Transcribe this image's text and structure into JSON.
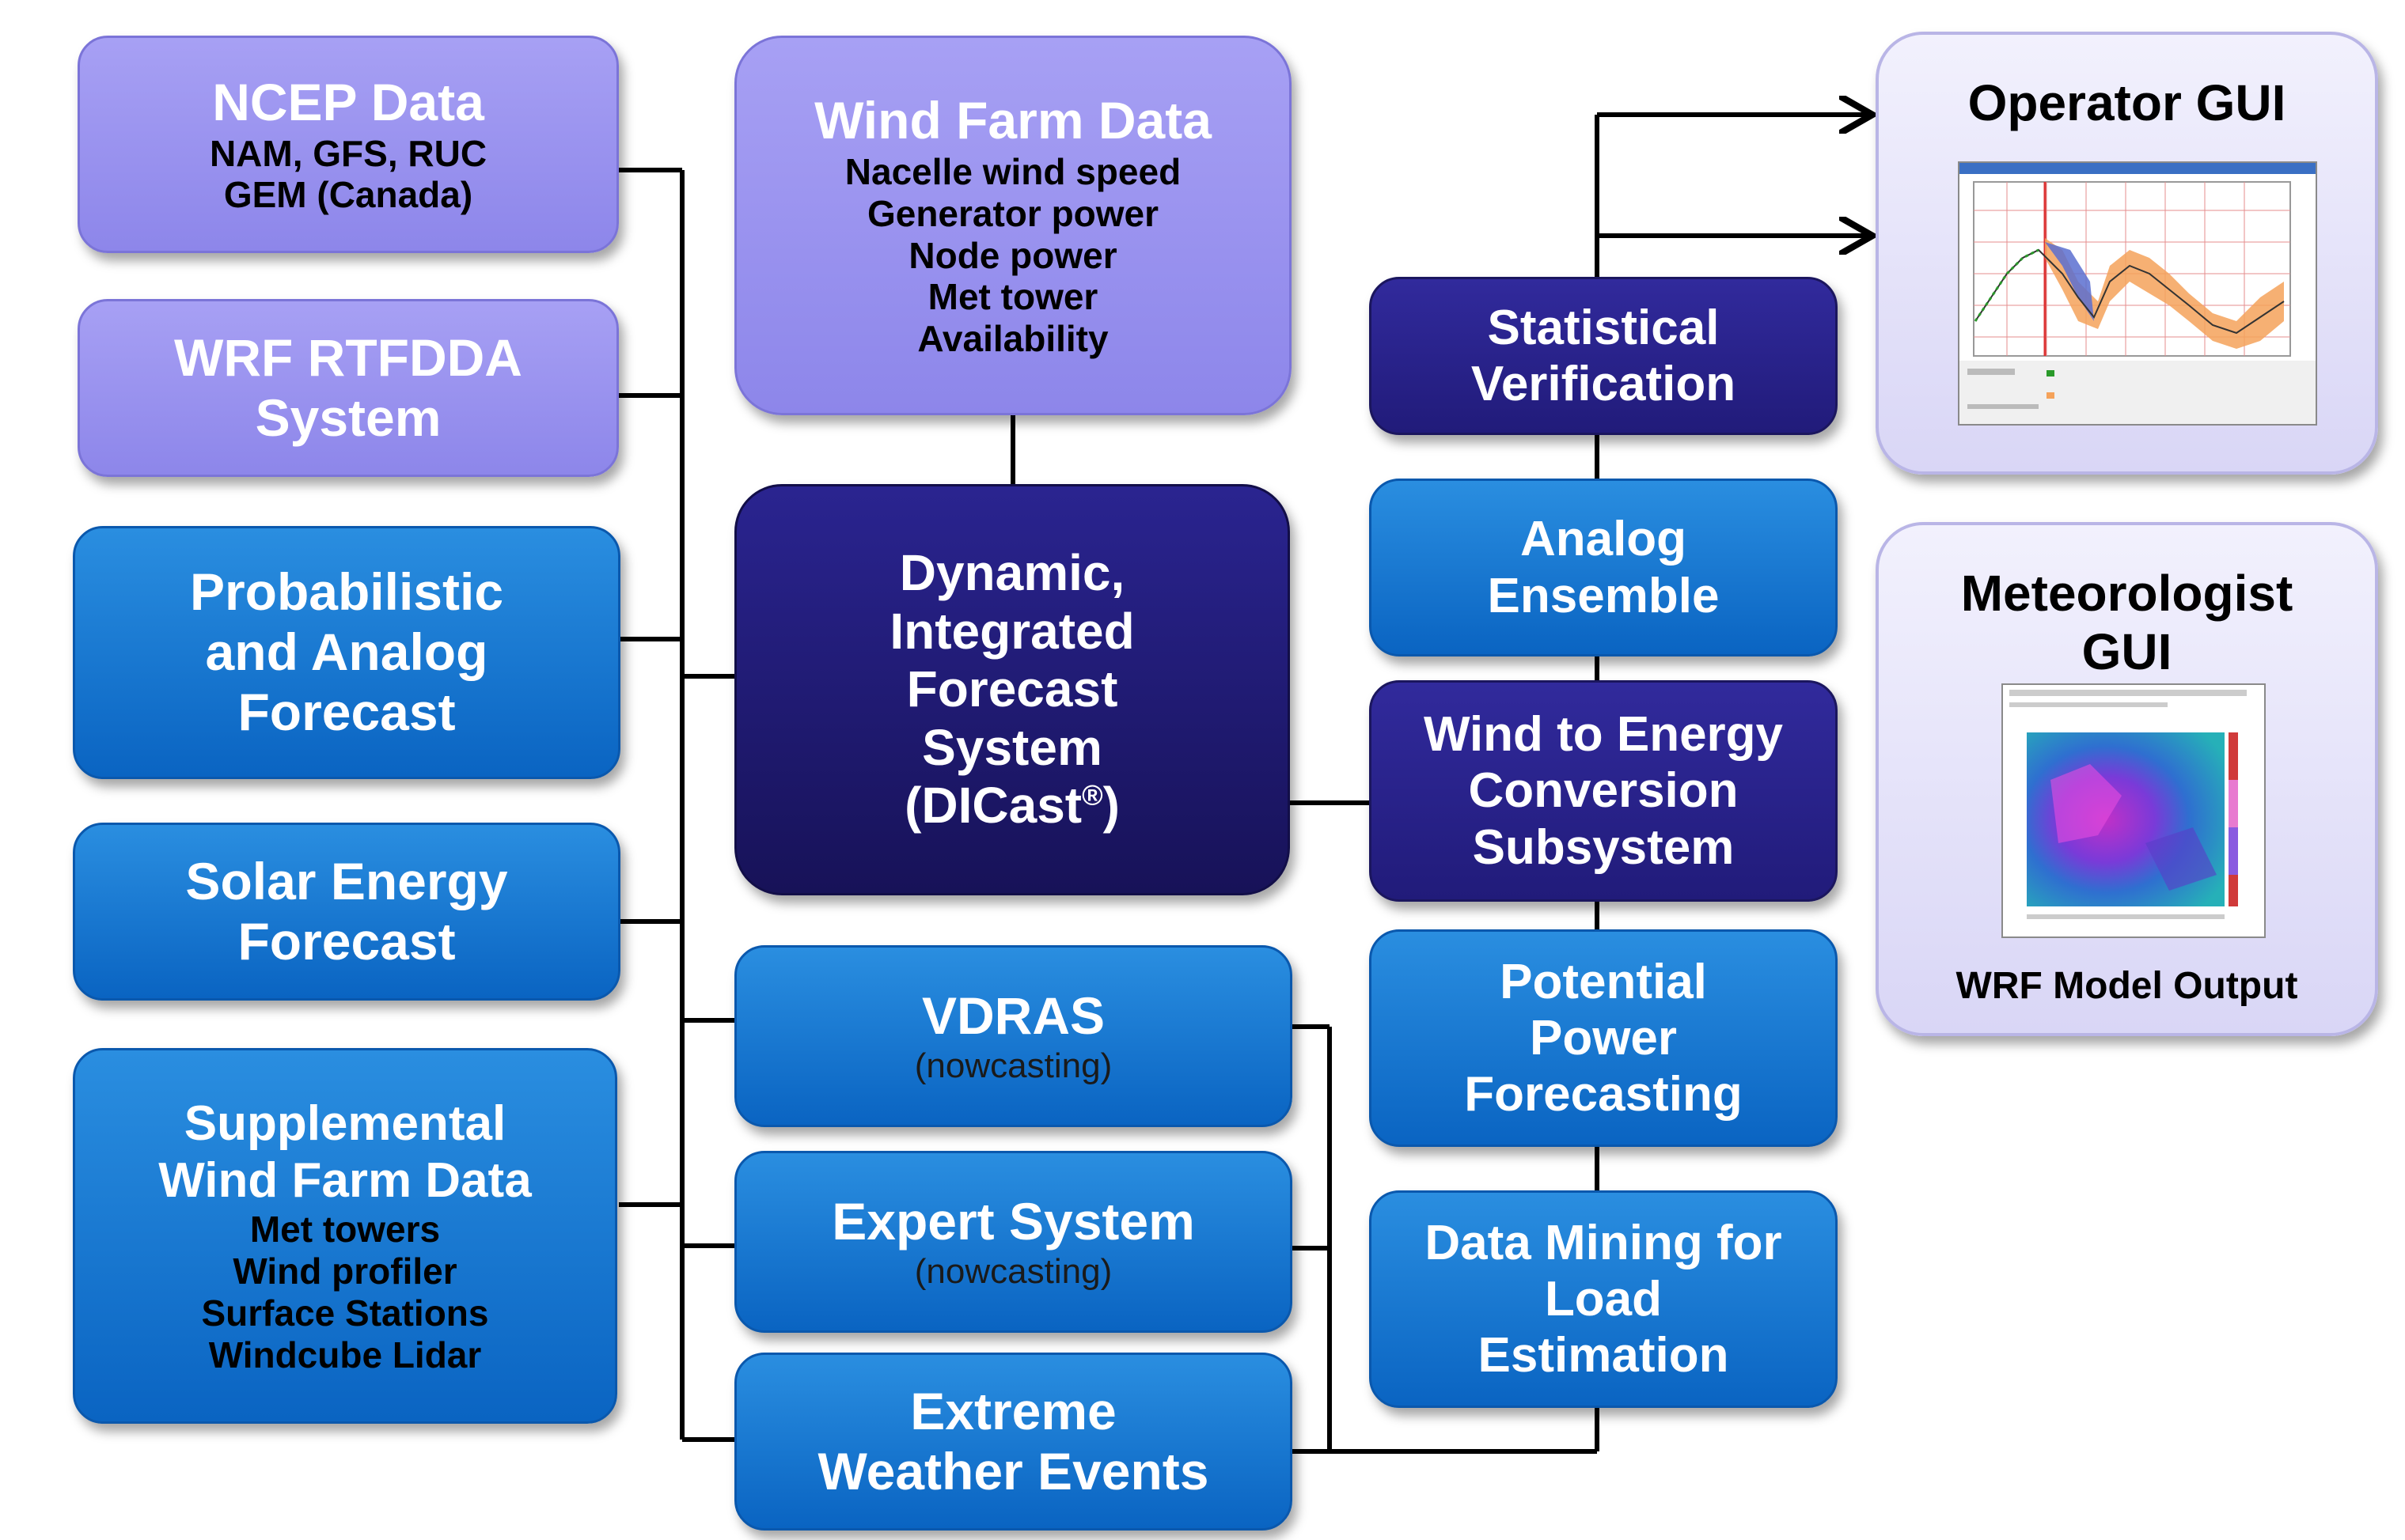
{
  "left": {
    "ncep": {
      "title": "NCEP Data",
      "lines": [
        "NAM, GFS, RUC",
        "GEM (Canada)"
      ]
    },
    "wrf": {
      "title": [
        "WRF RTFDDA",
        "System"
      ]
    },
    "prob": {
      "title": [
        "Probabilistic",
        "and Analog",
        "Forecast"
      ]
    },
    "solar": {
      "title": [
        "Solar Energy",
        "Forecast"
      ]
    },
    "supp": {
      "title": [
        "Supplemental",
        "Wind Farm Data"
      ],
      "lines": [
        "Met towers",
        "Wind profiler",
        "Surface Stations",
        "Windcube Lidar"
      ]
    }
  },
  "center": {
    "windfarm": {
      "title": "Wind Farm Data",
      "lines": [
        "Nacelle wind speed",
        "Generator power",
        "Node power",
        "Met tower",
        "Availability"
      ]
    },
    "dicast": {
      "lines": [
        "Dynamic,",
        "Integrated",
        "Forecast",
        "System",
        "(DICast"
      ],
      "mark": "®",
      "close": ")"
    },
    "vdras": {
      "title": "VDRAS",
      "note": "(nowcasting)"
    },
    "expert": {
      "title": "Expert System",
      "note": "(nowcasting)"
    },
    "extreme": {
      "title": [
        "Extreme",
        "Weather Events"
      ]
    }
  },
  "right": {
    "stat": {
      "title": [
        "Statistical",
        "Verification"
      ]
    },
    "analog": {
      "title": [
        "Analog",
        "Ensemble"
      ]
    },
    "w2e": {
      "title": [
        "Wind to Energy",
        "Conversion",
        "Subsystem"
      ]
    },
    "potential": {
      "title": [
        "Potential",
        "Power",
        "Forecasting"
      ]
    },
    "mining": {
      "title": [
        "Data Mining for",
        "Load",
        "Estimation"
      ]
    }
  },
  "gui": {
    "operator": {
      "title": "Operator GUI"
    },
    "meteorologist": {
      "title": [
        "Meteorologist",
        "GUI"
      ],
      "caption": "WRF Model Output"
    }
  },
  "colors": {
    "lavender": "#9a93ef",
    "blue": "#0a6fcc",
    "navy": "#2a2390",
    "dark": "#1d1870",
    "pale": "#e4e2f9",
    "orange": "#f5a25a"
  }
}
